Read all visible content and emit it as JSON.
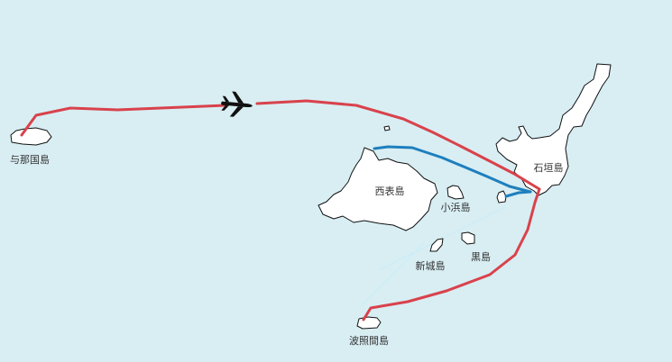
{
  "map": {
    "colors": {
      "sea": "#d8eef3",
      "land": "#ffffff",
      "air_route": "#d9424c",
      "ferry_route": "#1e7fbd"
    },
    "islands": {
      "yonaguni": "与那国島",
      "ishigaki": "石垣島",
      "iriomote": "西表島",
      "kohama": "小浜島",
      "aragusuku": "新城島",
      "kuroshima": "黒島",
      "hateruma": "波照間島"
    },
    "icons": {
      "airplane": "airplane-icon"
    }
  }
}
